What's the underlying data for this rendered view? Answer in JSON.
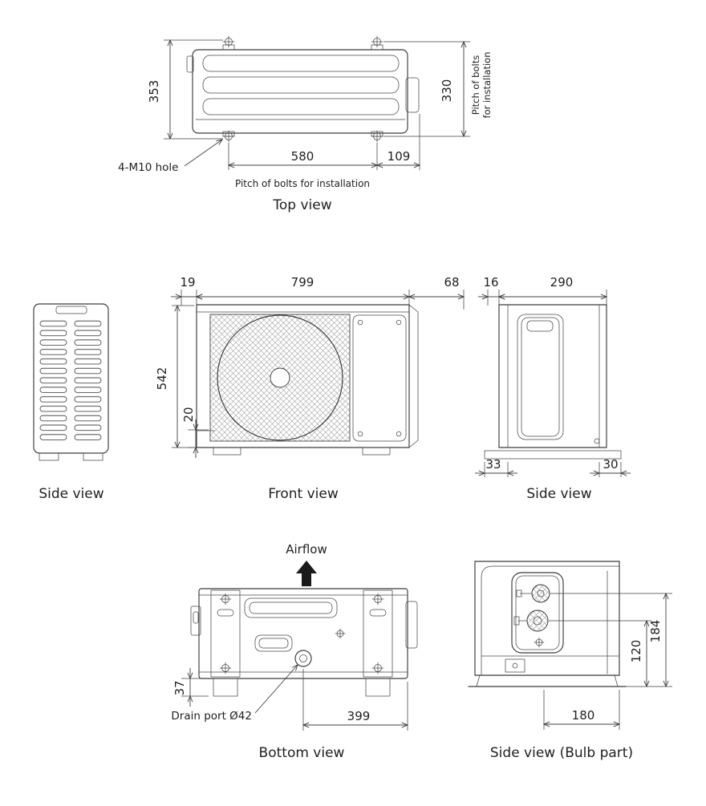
{
  "drawing": {
    "top_view": {
      "label": "Top view",
      "dim_depth": "353",
      "dim_bolt_pitch_side": "330",
      "dim_bolt_pitch_front": "580",
      "dim_right_offset": "109",
      "hole_note": "4-M10 hole",
      "pitch_note_bottom": "Pitch of bolts for installation",
      "pitch_note_side_line1": "Pitch of bolts",
      "pitch_note_side_line2": "for installation"
    },
    "side_view_left": {
      "label": "Side view"
    },
    "front_view": {
      "label": "Front view",
      "dim_left_flange": "19",
      "dim_width": "799",
      "dim_right_offset": "68",
      "dim_height": "542",
      "dim_base_height": "20"
    },
    "side_view_right": {
      "label": "Side view",
      "dim_front_offset": "16",
      "dim_depth": "290",
      "dim_foot_front": "33",
      "dim_foot_back": "30"
    },
    "bottom_view": {
      "label": "Bottom view",
      "airflow_label": "Airflow",
      "dim_bracket_depth": "37",
      "dim_drain_to_side": "399",
      "drain_note": "Drain port Ø42"
    },
    "bulb_view": {
      "label": "Side view (Bulb part)",
      "dim_lower_valve_height": "120",
      "dim_upper_valve_height": "184",
      "dim_valve_to_back": "180"
    }
  }
}
